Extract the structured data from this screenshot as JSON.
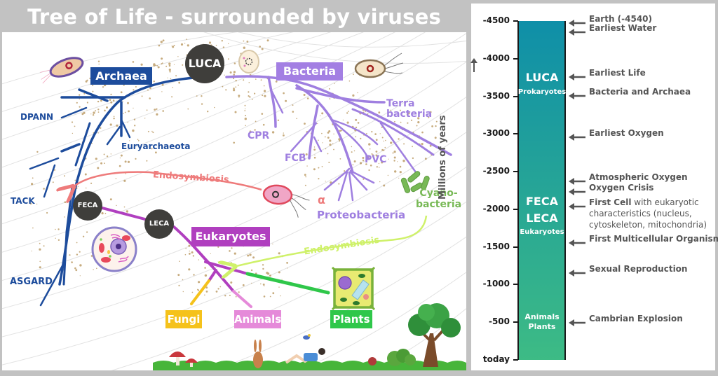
{
  "title": "Tree of Life - surrounded by viruses",
  "colors": {
    "archaea": "#1d4c9c",
    "bacteria": "#9f7fe0",
    "eukaryotes": "#b03fbf",
    "fungi": "#f5c21b",
    "animals": "#e58ad9",
    "plants": "#2fc74a",
    "endosymbiosis_red": "#ee7b7b",
    "endosymbiosis_green": "#cff16a",
    "cyanobacteria": "#78b956",
    "node": "#3f3e3b",
    "bar_top": "#0f8fa8",
    "bar_bottom": "#3dbb85"
  },
  "tree": {
    "nodes": {
      "luca": "LUCA",
      "feca": "FECA",
      "leca": "LECA"
    },
    "domains": {
      "archaea": "Archaea",
      "bacteria": "Bacteria",
      "eukaryotes": "Eukaryotes"
    },
    "archaea_groups": [
      "DPANN",
      "Euryarchaeota",
      "TACK",
      "ASGARD"
    ],
    "bacteria_groups": [
      "Terra bacteria",
      "CPR",
      "FCB",
      "PVC"
    ],
    "terra_line1": "Terra",
    "terra_line2": "bacteria",
    "alpha": "α",
    "proteobacteria": "Proteobacteria",
    "cyano_line1": "Cyano-",
    "cyano_line2": "bacteria",
    "endosymbiosis_1": "Endosymbiosis",
    "endosymbiosis_2": "Endosymbiosis",
    "kingdoms": {
      "fungi": "Fungi",
      "animals": "Animals",
      "plants": "Plants"
    }
  },
  "timeline": {
    "axis_label": "Millions of years",
    "ticks": [
      "-4500",
      "-4000",
      "-3500",
      "-3000",
      "-2500",
      "-2000",
      "-1500",
      "-1000",
      "-500",
      "today"
    ],
    "tick_values": [
      -4500,
      -4000,
      -3500,
      -3000,
      -2500,
      -2000,
      -1500,
      -1000,
      -500,
      0
    ],
    "bar_labels": {
      "luca": "LUCA",
      "prokaryotes": "Prokaryotes",
      "feca": "FECA",
      "leca": "LECA",
      "eukaryotes": "Eukaryotes",
      "animals": "Animals",
      "plants": "Plants"
    },
    "events": [
      {
        "bold": "Earth (-4540)",
        "rest": "",
        "mya": -4540
      },
      {
        "bold": "Earliest Water",
        "rest": "",
        "mya": -4400
      },
      {
        "bold": "Earliest Life",
        "rest": "",
        "mya": -3800
      },
      {
        "bold": "Bacteria and Archaea",
        "rest": "",
        "mya": -3550
      },
      {
        "bold": "Earliest Oxygen",
        "rest": "",
        "mya": -3000
      },
      {
        "bold": "Atmospheric Oxygen",
        "rest": "",
        "mya": -2420
      },
      {
        "bold": "Oxygen Crisis",
        "rest": "",
        "mya": -2280
      },
      {
        "bold": "First Cell",
        "rest": " with eukaryotic",
        "mya": -2080
      },
      {
        "bold": "First Multicellular Organisms",
        "rest": "",
        "mya": -1600
      },
      {
        "bold": "Sexual Reproduction",
        "rest": "",
        "mya": -1200
      },
      {
        "bold": "Cambrian Explosion",
        "rest": "",
        "mya": -540
      }
    ],
    "first_cell_line2": "characteristics (nucleus,",
    "first_cell_line3": "cytoskeleton, mitochondria)"
  }
}
